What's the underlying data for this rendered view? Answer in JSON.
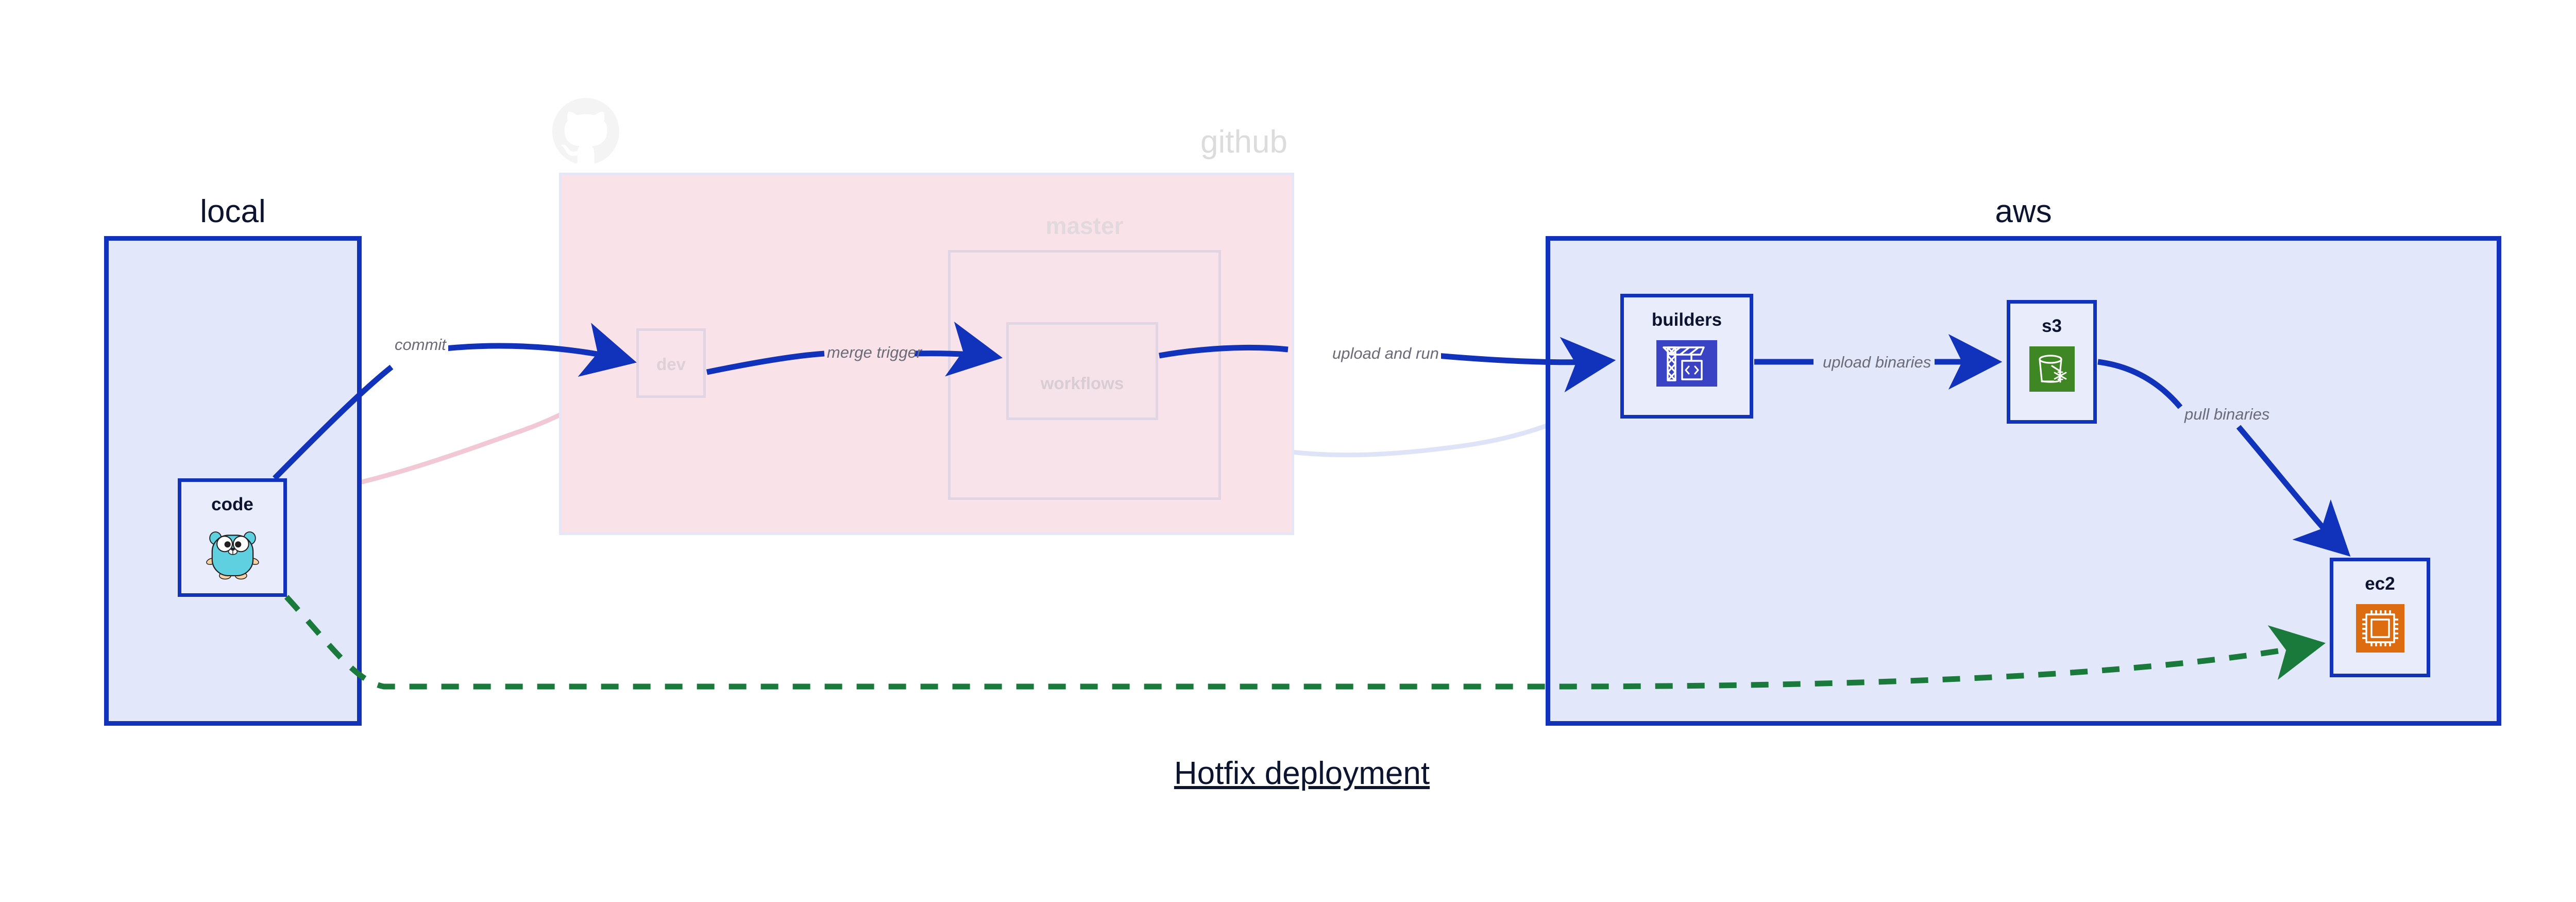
{
  "diagram": {
    "title": "Hotfix deployment",
    "colors": {
      "accent_blue": "#1132bb",
      "group_fill_blue": "#e3e7fa",
      "node_fill": "#e9edfb",
      "github_pink": "#f9e3e9",
      "dashed_green": "#1a7a3c",
      "label_gray": "#6b6b78",
      "faded_gray": "#dcdcdc",
      "codebuild_blue": "#3a43c4",
      "s3_green": "#3f8624",
      "ec2_orange": "#dd6b10"
    }
  },
  "groups": [
    {
      "id": "local",
      "label": "local",
      "style": "solid"
    },
    {
      "id": "github",
      "label": "github",
      "style": "faded-pink"
    },
    {
      "id": "aws",
      "label": "aws",
      "style": "solid"
    }
  ],
  "github_inner": {
    "logo_name": "github-octocat-logo",
    "branches": [
      {
        "id": "dev",
        "label": "dev"
      },
      {
        "id": "master",
        "label": "master"
      }
    ],
    "master_children": [
      {
        "id": "workflows",
        "label": "workflows"
      }
    ]
  },
  "nodes": [
    {
      "id": "code",
      "group": "local",
      "label": "code",
      "icon": "go-gopher-icon"
    },
    {
      "id": "builders",
      "group": "aws",
      "label": "builders",
      "icon": "aws-codebuild-icon"
    },
    {
      "id": "s3",
      "group": "aws",
      "label": "s3",
      "icon": "aws-s3-glacier-icon"
    },
    {
      "id": "ec2",
      "group": "aws",
      "label": "ec2",
      "icon": "aws-ec2-icon"
    }
  ],
  "edges": [
    {
      "id": "commit",
      "from": "code",
      "to": "dev",
      "label": "commit",
      "style": "solid-blue"
    },
    {
      "id": "merge-trigger",
      "from": "dev",
      "to": "workflows",
      "label": "merge trigger",
      "style": "solid-blue"
    },
    {
      "id": "upload-and-run",
      "from": "workflows",
      "to": "builders",
      "label": "upload and run",
      "style": "solid-blue"
    },
    {
      "id": "upload-binaries",
      "from": "builders",
      "to": "s3",
      "label": "upload binaries",
      "style": "solid-blue"
    },
    {
      "id": "pull-binaries",
      "from": "s3",
      "to": "ec2",
      "label": "pull binaries",
      "style": "solid-blue"
    },
    {
      "id": "hotfix-direct",
      "from": "code",
      "to": "ec2",
      "label": "",
      "style": "dashed-green"
    },
    {
      "id": "faded-code-dev",
      "from": "code",
      "to": "dev",
      "label": "",
      "style": "faded-pink"
    },
    {
      "id": "faded-dev-workflows",
      "from": "dev",
      "to": "workflows",
      "label": "",
      "style": "faded-lavender"
    },
    {
      "id": "faded-workflows-build",
      "from": "workflows",
      "to": "builders",
      "label": "",
      "style": "faded-lavender"
    }
  ]
}
